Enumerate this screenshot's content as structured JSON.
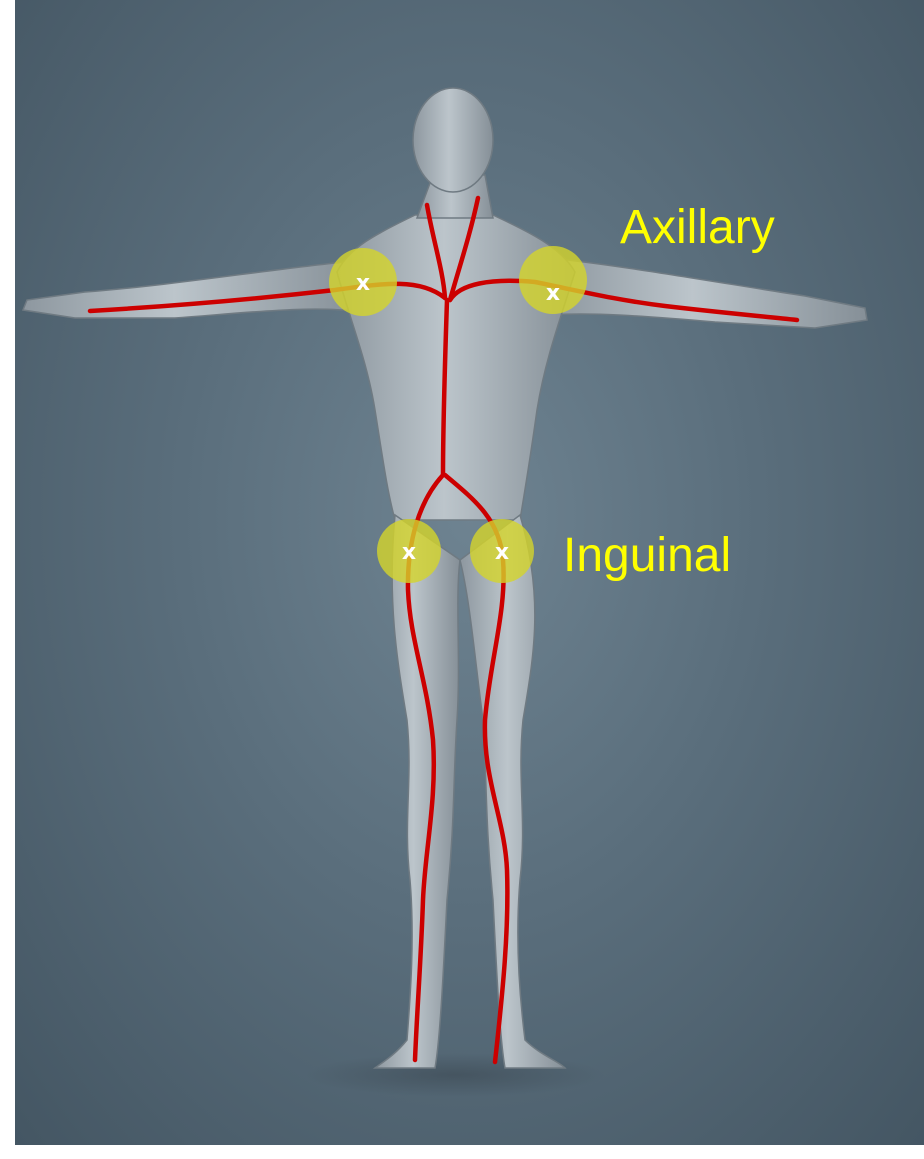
{
  "labels": {
    "axillary": "Axillary",
    "inguinal": "Inguinal"
  },
  "marker_text": "x",
  "colors": {
    "label": "#ffff00",
    "vessel": "#cc0000",
    "marker_fill": "#d4d42a",
    "marker_text": "#ffffff",
    "body": "#a9b3ba"
  }
}
